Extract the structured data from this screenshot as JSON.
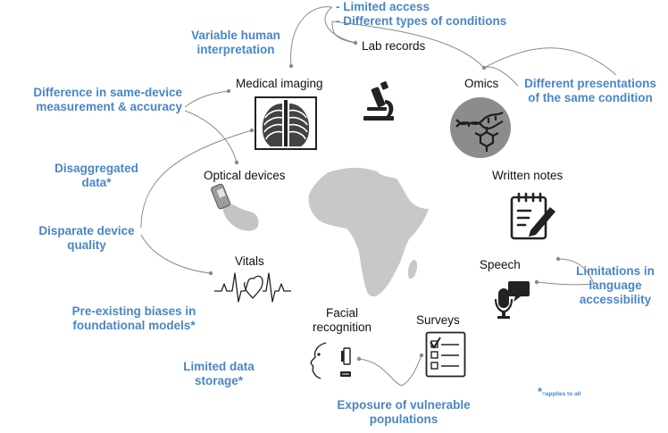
{
  "challenges": {
    "limited_access": "- Limited access",
    "different_conditions": "- Different types of conditions",
    "variable_interpretation": [
      "Variable human",
      "interpretation"
    ],
    "same_device_difference": [
      "Difference in same-device",
      "measurement & accuracy"
    ],
    "different_presentations": [
      "Different presentations",
      "of the same condition"
    ],
    "disaggregated_data": [
      "Disaggregated",
      "data*"
    ],
    "disparate_quality": [
      "Disparate device",
      "quality"
    ],
    "language_limitations": [
      "Limitations in",
      "language",
      "accessibility"
    ],
    "preexisting_biases": [
      "Pre-existing biases in",
      "foundational models*"
    ],
    "limited_storage": [
      "Limited data",
      "storage*"
    ],
    "vulnerable_exposure": [
      "Exposure of vulnerable",
      "populations"
    ]
  },
  "data_sources": {
    "lab_records": "Lab records",
    "medical_imaging": "Medical imaging",
    "omics": "Omics",
    "optical_devices": "Optical devices",
    "written_notes": "Written notes",
    "vitals": "Vitals",
    "speech": "Speech",
    "facial_recognition": [
      "Facial",
      "recognition"
    ],
    "surveys": "Surveys"
  },
  "footnote": {
    "star": "*",
    "text": "=applies to all"
  },
  "icons": {
    "lab_records": "microscope-icon",
    "medical_imaging": "chest-xray-icon",
    "omics": "dna-molecule-icon",
    "optical_devices": "pulse-oximeter-icon",
    "map": "africa-map-icon",
    "written_notes": "notepad-pencil-icon",
    "vitals": "heartbeat-icon",
    "speech": "microphone-chat-icon",
    "facial_recognition": "face-scan-icon",
    "surveys": "checklist-icon"
  },
  "colors": {
    "challenge_text": "#4a86c5",
    "connector": "#8a8a8a",
    "label_text": "#111111",
    "icon_dark": "#222222",
    "map_fill": "#c8c8c8",
    "omics_disc": "#8c8c8c"
  }
}
